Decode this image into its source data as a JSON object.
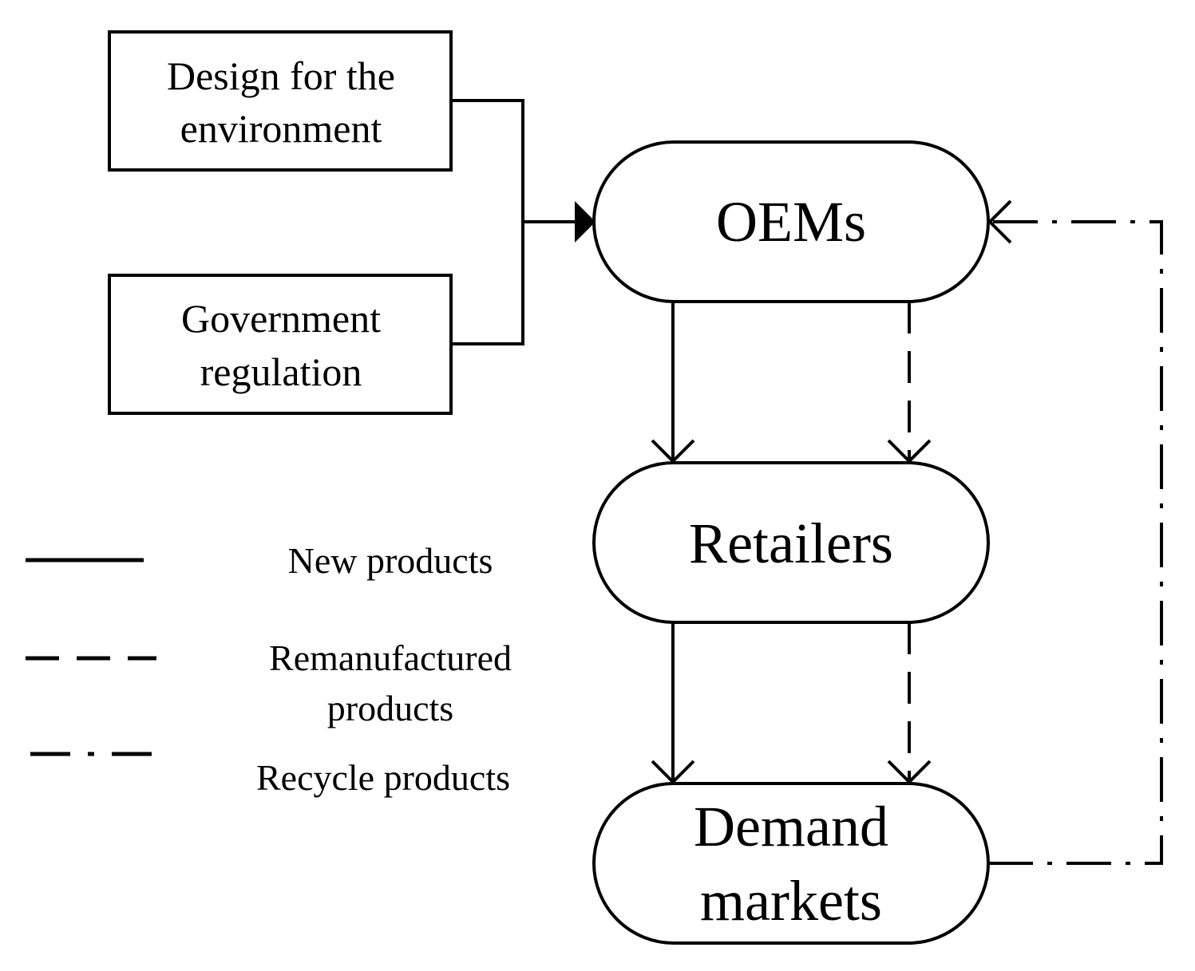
{
  "inputs": {
    "design": {
      "line1": "Design for the",
      "line2": "environment"
    },
    "government": {
      "line1": "Government",
      "line2": "regulation"
    }
  },
  "nodes": {
    "oems": {
      "label": "OEMs"
    },
    "retailers": {
      "label": "Retailers"
    },
    "demand": {
      "line1": "Demand",
      "line2": "markets"
    }
  },
  "legend": {
    "new": {
      "label": "New products"
    },
    "remanufactured": {
      "line1": "Remanufactured",
      "line2": "products"
    },
    "recycle": {
      "label": "Recycle products"
    }
  },
  "colors": {
    "stroke": "#000000",
    "background": "#ffffff"
  }
}
